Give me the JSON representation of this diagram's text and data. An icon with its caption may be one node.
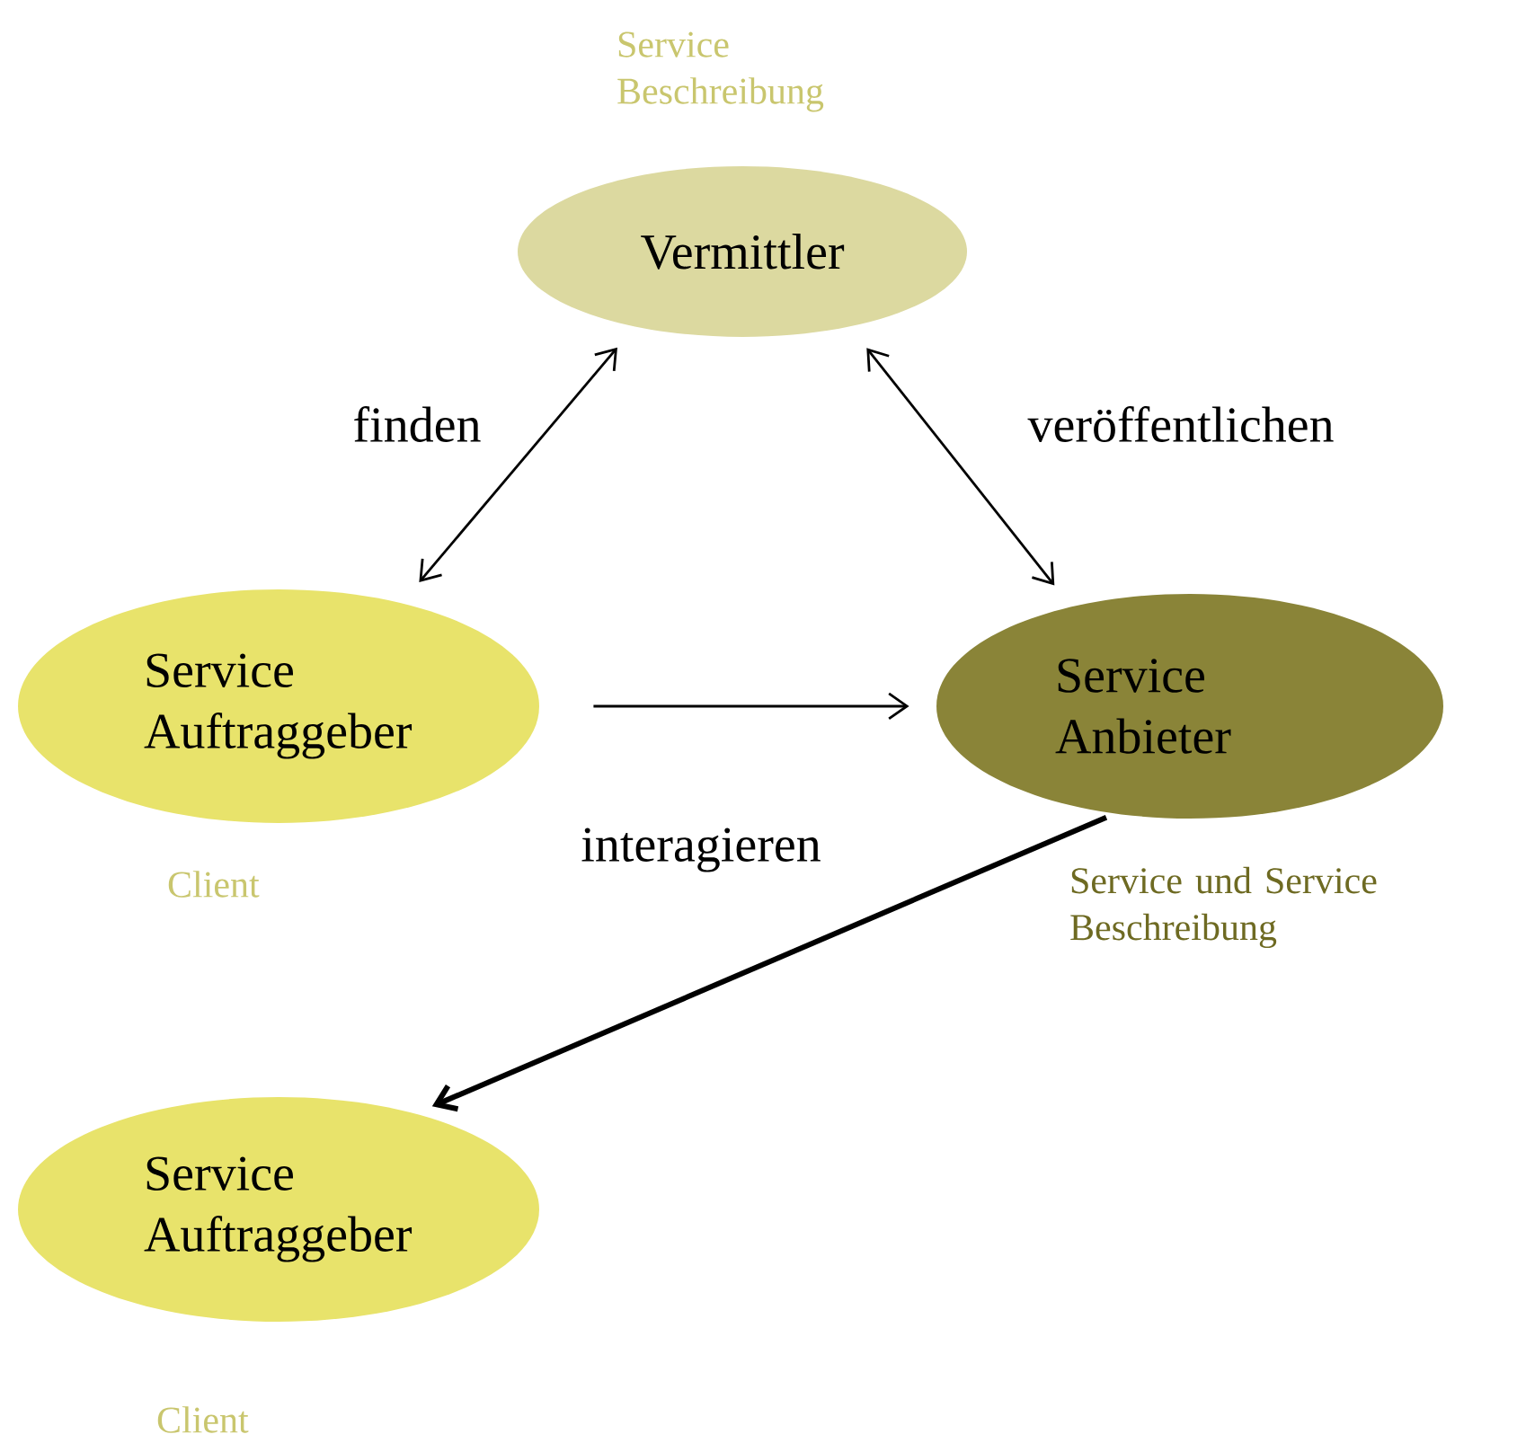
{
  "diagram": {
    "nodes": [
      {
        "text": [
          "Vermittler"
        ],
        "beside": [
          "Service Beschreibung"
        ]
      },
      {
        "text": [
          "Service Auftraggeber"
        ],
        "beside": [
          "Client"
        ]
      },
      {
        "text": [
          "Service Anbieter"
        ],
        "beside": [
          "Service und Service Beschreibung"
        ]
      },
      {
        "text": [
          "Service Auftraggeber"
        ],
        "beside": [
          "Client"
        ]
      }
    ],
    "edges": [
      {
        "from": 1,
        "to": 0,
        "arrow": "both",
        "label": "finden"
      },
      {
        "from": 2,
        "to": 0,
        "arrow": "both",
        "label": "veröffentlichen"
      },
      {
        "from": 1,
        "to": 2,
        "arrow": "to",
        "label": "interagieren"
      },
      {
        "from": 2,
        "to": 3,
        "arrow": "to",
        "style": "thick"
      }
    ]
  }
}
